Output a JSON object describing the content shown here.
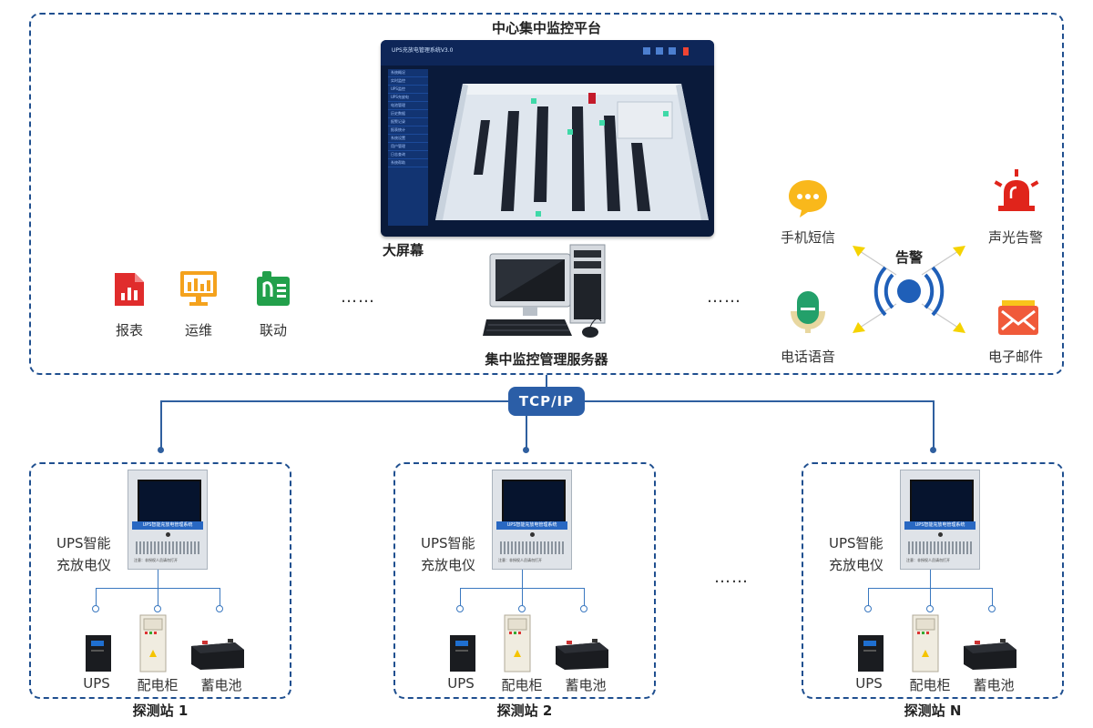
{
  "platform": {
    "title": "中心集中监控平台",
    "bigscreen_label": "大屏幕",
    "bigscreen_app_title": "UPS充放电管理系统V3.0",
    "bigscreen_menu": [
      "系统概况",
      "实时监控",
      "UPS监控",
      "UPS充放电",
      "电池管理",
      "历史数据",
      "报警记录",
      "报表统计",
      "系统设置",
      "用户管理",
      "日志查询",
      "系统帮助"
    ],
    "server_label": "集中监控管理服务器",
    "left_items": [
      {
        "label": "报表",
        "icon": "report-icon"
      },
      {
        "label": "运维",
        "icon": "maintenance-icon"
      },
      {
        "label": "联动",
        "icon": "linkage-icon"
      }
    ],
    "ellipsis": "……",
    "alarm": {
      "center_label": "告警",
      "items": [
        {
          "label": "手机短信",
          "icon": "sms-icon"
        },
        {
          "label": "声光告警",
          "icon": "siren-icon"
        },
        {
          "label": "电话语音",
          "icon": "phone-voice-icon"
        },
        {
          "label": "电子邮件",
          "icon": "email-icon"
        }
      ]
    }
  },
  "network": {
    "label": "TCP/IP"
  },
  "stations": [
    {
      "name": "探测站 1"
    },
    {
      "name": "探测站 2"
    },
    {
      "name": "探测站 N"
    }
  ],
  "station_template": {
    "device_label_line1": "UPS智能",
    "device_label_line2": "充放电仪",
    "device_band": "UPS智能充放电管理系统",
    "device_note": "注意：非授权人员请勿打开",
    "equipment": [
      "UPS",
      "配电柜",
      "蓄电池"
    ]
  },
  "between_stations": "……",
  "colors": {
    "accent": "#2b5ea7",
    "dash": "#1f4f8f",
    "alarm_yellow": "#f5d300",
    "siren_red": "#e0241b"
  }
}
